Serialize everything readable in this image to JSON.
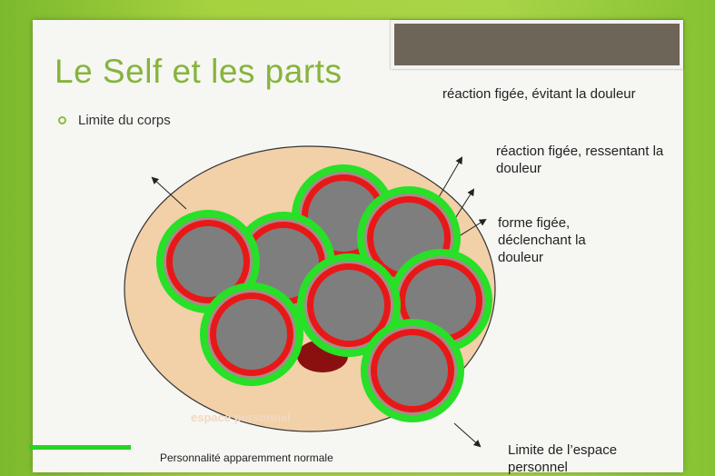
{
  "slide": {
    "title": "Le Self et les parts",
    "bullet": "Limite du corps",
    "labels": {
      "frozen_avoiding": "réaction figée, évitant la douleur",
      "frozen_feeling": "réaction figée, ressentant la douleur",
      "frozen_form": "forme figée, déclenchant la douleur",
      "personal_space_limit": "Limite de l’espace personnel",
      "personal_space": "espace personnel",
      "normal_personality": "Personnalité apparemment normale"
    }
  },
  "colors": {
    "background_green": "#a6d23f",
    "title_green": "#86b43c",
    "ellipse_fill": "#f2d0a8",
    "ring_outer": "#27e027",
    "ring_middle": "#e81818",
    "circle_core": "#7e7e7e",
    "top_box": "#6e6559"
  },
  "diagram": {
    "parts_count": 8
  }
}
